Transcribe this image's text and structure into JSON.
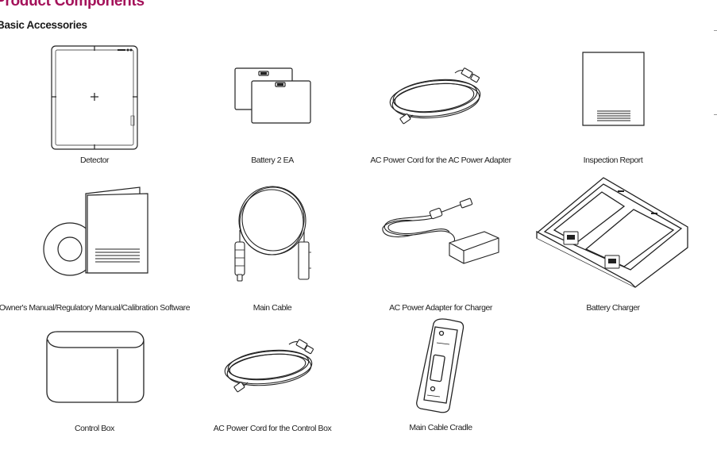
{
  "page": {
    "title": "Product Components",
    "section_title": "Basic Accessories"
  },
  "items": [
    {
      "id": "detector",
      "caption": "Detector"
    },
    {
      "id": "battery",
      "caption": "Battery 2 EA"
    },
    {
      "id": "ac-cord-adapter",
      "caption": "AC Power Cord for the AC Power Adapter"
    },
    {
      "id": "inspection-report",
      "caption": "Inspection Report"
    },
    {
      "id": "manuals",
      "caption": "Owner's Manual/Regulatory Manual/Calibration Software"
    },
    {
      "id": "main-cable",
      "caption": "Main Cable"
    },
    {
      "id": "ac-adapter",
      "caption": "AC Power Adapter for Charger"
    },
    {
      "id": "battery-charger",
      "caption": "Battery Charger"
    },
    {
      "id": "control-box",
      "caption": "Control Box"
    },
    {
      "id": "ac-cord-control-box",
      "caption": "AC Power Cord for the Control Box"
    },
    {
      "id": "main-cable-cradle",
      "caption": "Main Cable Cradle"
    }
  ]
}
